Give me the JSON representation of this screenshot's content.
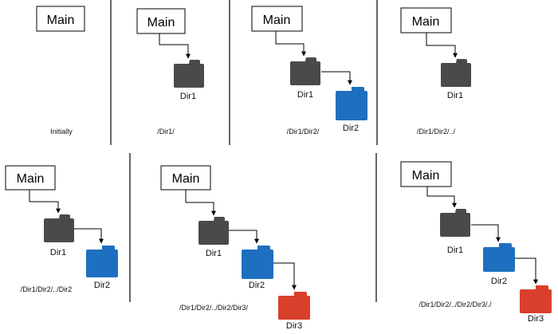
{
  "colors": {
    "dark_folder": "#4a4a4a",
    "blue_folder": "#1e6fc0",
    "red_folder": "#d9402b",
    "divider": "#000000"
  },
  "panels": [
    {
      "id": "p1",
      "main": "Main",
      "folders": [],
      "path": "Initially"
    },
    {
      "id": "p2",
      "main": "Main",
      "folders": [
        {
          "name": "Dir1",
          "color": "dark"
        }
      ],
      "path": "/Dir1/"
    },
    {
      "id": "p3",
      "main": "Main",
      "folders": [
        {
          "name": "Dir1",
          "color": "dark"
        },
        {
          "name": "Dir2",
          "color": "blue"
        }
      ],
      "path": "/Dir1/Dir2/"
    },
    {
      "id": "p4",
      "main": "Main",
      "folders": [
        {
          "name": "Dir1",
          "color": "dark"
        }
      ],
      "path": "/Dir1/Dir2/../"
    },
    {
      "id": "p5",
      "main": "Main",
      "folders": [
        {
          "name": "Dir1",
          "color": "dark"
        },
        {
          "name": "Dir2",
          "color": "blue"
        }
      ],
      "path": "/Dir1/Dir2/../Dir2"
    },
    {
      "id": "p6",
      "main": "Main",
      "folders": [
        {
          "name": "Dir1",
          "color": "dark"
        },
        {
          "name": "Dir2",
          "color": "blue"
        },
        {
          "name": "Dir3",
          "color": "red"
        }
      ],
      "path": "/Dir1/Dir2/../Dir2/Dir3/"
    },
    {
      "id": "p7",
      "main": "Main",
      "folders": [
        {
          "name": "Dir1",
          "color": "dark"
        },
        {
          "name": "Dir2",
          "color": "blue"
        },
        {
          "name": "Dir3",
          "color": "red"
        }
      ],
      "path": "/Dir1/Dir2/../Dir2/Dir3/./"
    }
  ]
}
